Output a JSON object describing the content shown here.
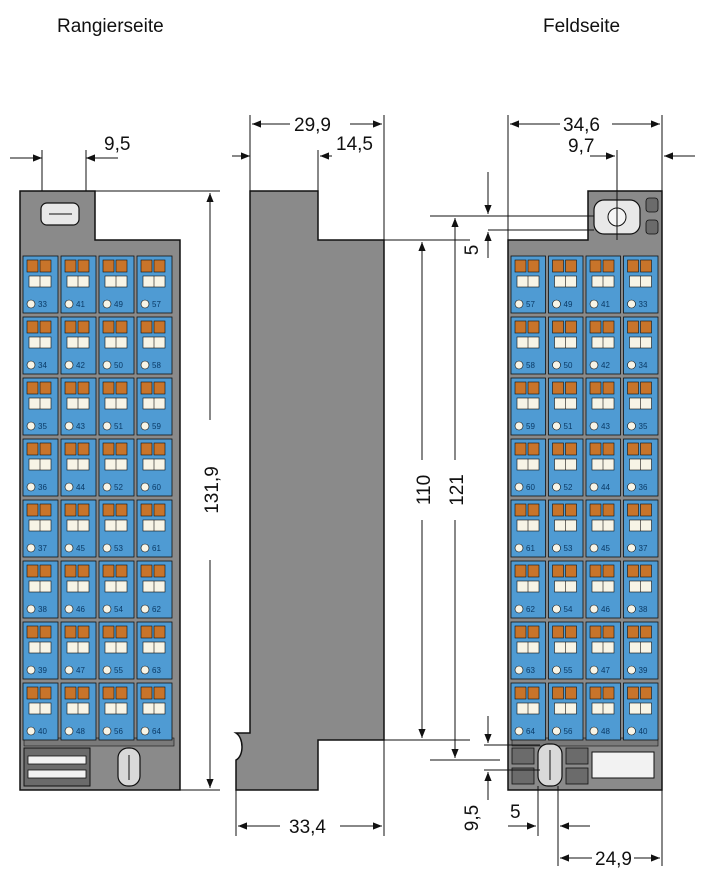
{
  "labels": {
    "left_view": "Rangierseite",
    "right_view": "Feldseite"
  },
  "dimensions": {
    "left_slot_width": "9,5",
    "left_height": "131,9",
    "side_width_top": "29,9",
    "side_step": "14,5",
    "side_width_bottom": "33,4",
    "side_inner_height": "110",
    "side_outer_height": "121",
    "right_width": "34,6",
    "right_slot_offset": "9,7",
    "right_top_gap": "5",
    "right_bottom_left": "9,5",
    "right_bottom_slot": "5",
    "right_bottom_width": "24,9"
  },
  "terminals": {
    "left_columns": [
      [
        "33",
        "34",
        "35",
        "36",
        "37",
        "38",
        "39",
        "40"
      ],
      [
        "41",
        "42",
        "43",
        "44",
        "45",
        "46",
        "47",
        "48"
      ],
      [
        "49",
        "50",
        "51",
        "52",
        "53",
        "54",
        "55",
        "56"
      ],
      [
        "57",
        "58",
        "59",
        "60",
        "61",
        "62",
        "63",
        "64"
      ]
    ],
    "right_columns": [
      [
        "57",
        "58",
        "59",
        "60",
        "61",
        "62",
        "63",
        "64"
      ],
      [
        "49",
        "50",
        "51",
        "52",
        "53",
        "54",
        "55",
        "56"
      ],
      [
        "41",
        "42",
        "43",
        "44",
        "45",
        "46",
        "47",
        "48"
      ],
      [
        "33",
        "34",
        "35",
        "36",
        "37",
        "38",
        "39",
        "40"
      ]
    ]
  },
  "colors": {
    "housing": "#8a8a8a",
    "housing_dark": "#5f5f5f",
    "terminal_blue": "#4f9bd3",
    "terminal_orange": "#c8742a",
    "outline": "#111111"
  }
}
